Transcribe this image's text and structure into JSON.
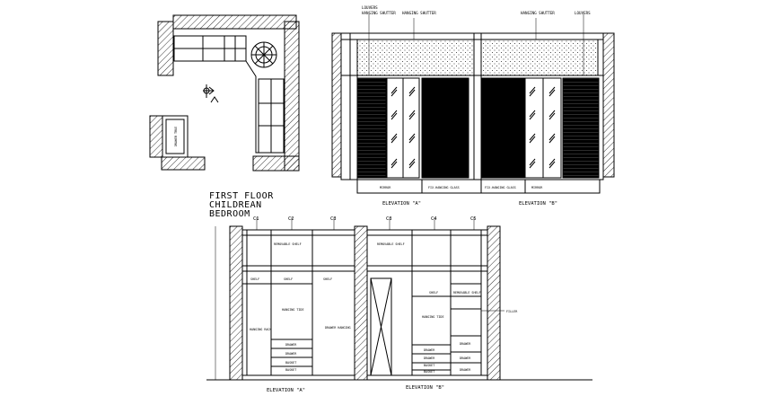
{
  "heading": {
    "line1": "FIRST FLOOR",
    "line2": "CHILDREAN",
    "line3": "BEDROOM"
  },
  "plan": {
    "label": "DRAWER TRUE"
  },
  "elev_top": {
    "louvers_left": "LOUVERS",
    "hanging_left": "HANGING SHUTTER",
    "hanging_right": "HANGING SHUTTER",
    "hanging_right2": "HANGING SHUTTER",
    "louvers_right": "LOUVERS",
    "mirror_left": "MIRROR",
    "glass_left": "FIX.HANGING GLASS",
    "glass_right": "FIX.HANGING GLASS",
    "mirror_right": "MIRROR",
    "title_a": "ELEVATION \"A\"",
    "title_b": "ELEVATION \"B\""
  },
  "elev_bottom": {
    "cols": [
      "C1",
      "C2",
      "C3",
      "C3",
      "C4",
      "C5"
    ],
    "removable_shelf": "REMOVABLE SHELF",
    "shelf": "SHELF",
    "hanging_rack": "HANGING RACK",
    "hanging_tide": "HANGING TIDE",
    "drawer_hanging": "DRAWER HANGING",
    "drawer": "DRAWER",
    "basket": "BASKET",
    "removable_shelf2": "REMOVABLE SHELF",
    "filler": "FILLER",
    "title_a": "ELEVATION \"A\"",
    "title_b": "ELEVATION \"B\""
  }
}
